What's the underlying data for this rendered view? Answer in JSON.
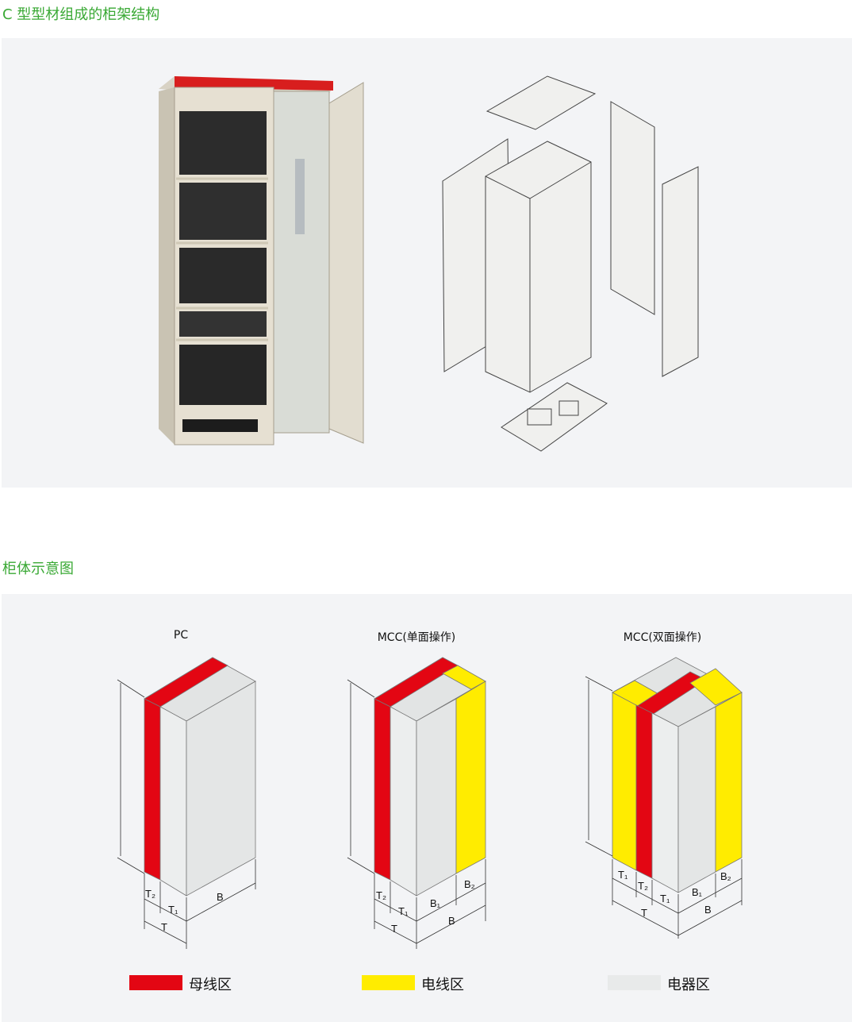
{
  "section1": {
    "title": "C 型型材组成的柜架结构"
  },
  "section2": {
    "title": "柜体示意图",
    "diagrams": [
      {
        "label": "PC",
        "dims": {
          "T2": "T₂",
          "T1": "T₁",
          "T": "T",
          "B": "B"
        }
      },
      {
        "label": "MCC(单面操作)",
        "dims": {
          "T2": "T₂",
          "T1": "T₁",
          "T": "T",
          "B1": "B₁",
          "B2": "B₂",
          "B": "B"
        }
      },
      {
        "label": "MCC(双面操作)",
        "dims": {
          "T1": "T₁",
          "T2": "T₂",
          "T1b": "T₁",
          "T": "T",
          "B1": "B₁",
          "B2": "B₂",
          "B": "B"
        }
      }
    ],
    "legend": [
      {
        "label": "母线区",
        "color": "#e30613"
      },
      {
        "label": "电线区",
        "color": "#ffec00"
      },
      {
        "label": "电器区",
        "color": "#e8eaea"
      }
    ]
  }
}
